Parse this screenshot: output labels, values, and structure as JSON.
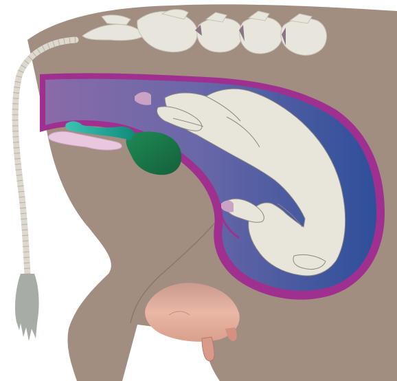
{
  "diagram": {
    "parts": [
      {
        "id": "cow-body",
        "icon": "cow-silhouette",
        "color": "#a28d81"
      },
      {
        "id": "spine",
        "icon": "vertebrae",
        "color": "#e7e5dc"
      },
      {
        "id": "tail",
        "icon": "tail-with-switch",
        "color": "#e7e5dc"
      },
      {
        "id": "uterine-wall",
        "icon": "uterus-outline",
        "color": "#a0308f"
      },
      {
        "id": "uterine-cavity",
        "icon": "uterus-lumen",
        "color": "#3d5aa0"
      },
      {
        "id": "calf",
        "icon": "fetal-calf",
        "color": "#e8e6db"
      },
      {
        "id": "bladder",
        "icon": "urinary-bladder",
        "color": "#1a7a4a"
      },
      {
        "id": "vagina-passage",
        "icon": "birth-canal",
        "color": "#2aa59a"
      },
      {
        "id": "udder",
        "icon": "udder",
        "color": "#e9b5a4"
      }
    ]
  }
}
